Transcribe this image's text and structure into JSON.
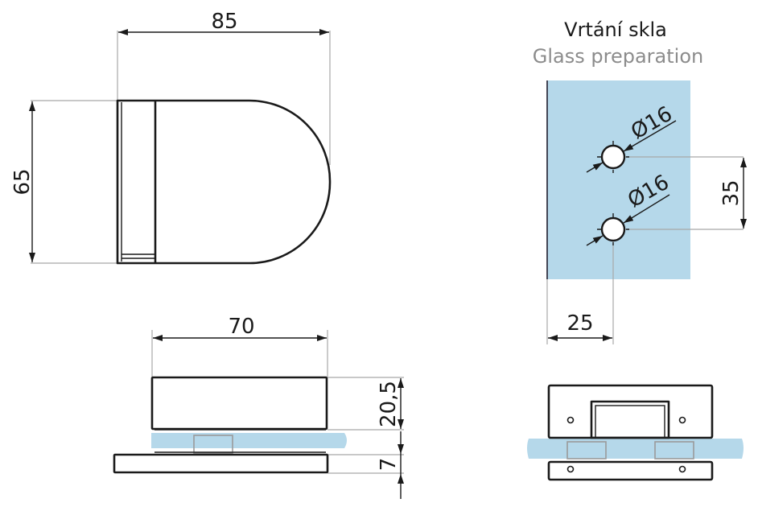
{
  "header": {
    "title": "Vrtání skla",
    "subtitle": "Glass preparation"
  },
  "front_view": {
    "width_dim": "85",
    "height_dim": "65"
  },
  "side_view": {
    "width_dim": "70",
    "top_height_dim": "20,5",
    "bottom_height_dim": "7"
  },
  "glass_preparation": {
    "hole_top_diameter": "Ø16",
    "hole_bottom_diameter": "Ø16",
    "hole_spacing_dim": "35",
    "edge_distance_dim": "25"
  },
  "colors": {
    "glass": "#b5d8ea",
    "line": "#1a1a1a",
    "extension_line": "#a8a8a8",
    "subtitle": "#8c8c8c"
  }
}
